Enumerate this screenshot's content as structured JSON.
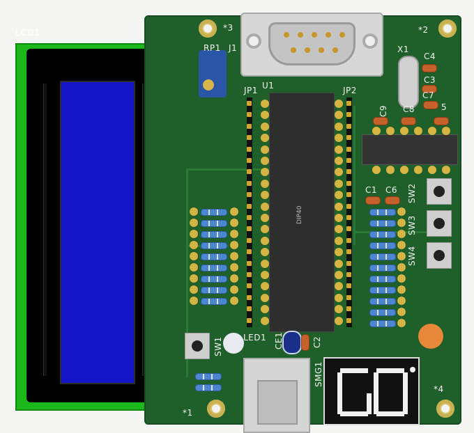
{
  "lcd": {
    "label": "LCD1"
  },
  "labels": {
    "rp1": "RP1",
    "j1": "J1",
    "mh3": "*3",
    "mh2": "*2",
    "mh1": "*1",
    "mh4": "*4",
    "x1": "X1",
    "c4": "C4",
    "c3": "C3",
    "c7": "C7",
    "c5": "5",
    "c9": "C9",
    "c8": "C8",
    "jp1": "JP1",
    "u1": "U1",
    "jp2": "JP2",
    "c1": "C1",
    "c6": "C6",
    "sw2": "SW2",
    "sw3": "SW3",
    "sw4": "SW4",
    "chip": "DIP40",
    "sw1": "SW1",
    "led1": "LED1",
    "ce1": "CE1",
    "c2": "C2",
    "smg1": "SMG1"
  }
}
